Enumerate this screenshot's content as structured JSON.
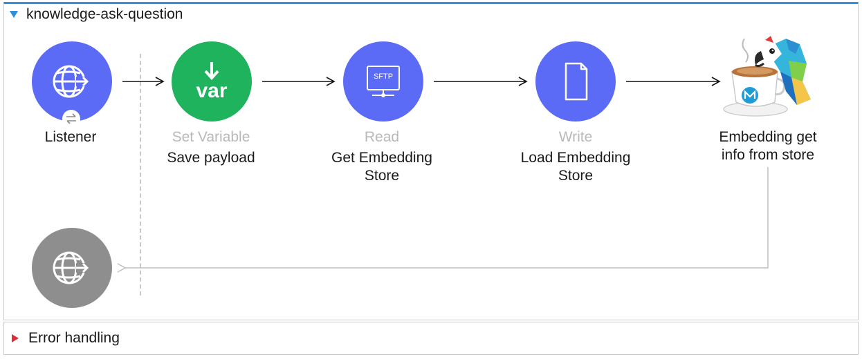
{
  "flow": {
    "title": "knowledge-ask-question",
    "nodes": [
      {
        "type": "",
        "name": "Listener",
        "icon": "globe-icon"
      },
      {
        "type": "Set Variable",
        "name": "Save payload",
        "icon": "var-icon"
      },
      {
        "type": "Read",
        "name_line1": "Get Embedding",
        "name_line2": "Store",
        "icon": "sftp-icon",
        "badge": "SFTP"
      },
      {
        "type": "Write",
        "name_line1": "Load Embedding",
        "name_line2": "Store",
        "icon": "file-icon"
      },
      {
        "type": "",
        "name_line1": "Embedding get",
        "name_line2": "info from store",
        "icon": "parrot-coffee-icon"
      }
    ],
    "var_text": "var",
    "response_icon": "globe-icon"
  },
  "error_handling": {
    "label": "Error handling"
  },
  "colors": {
    "accent": "#2f8fd8",
    "connector_blue": "#5b6bf5",
    "variable_green": "#1fb35d",
    "error_red": "#d9303b"
  }
}
